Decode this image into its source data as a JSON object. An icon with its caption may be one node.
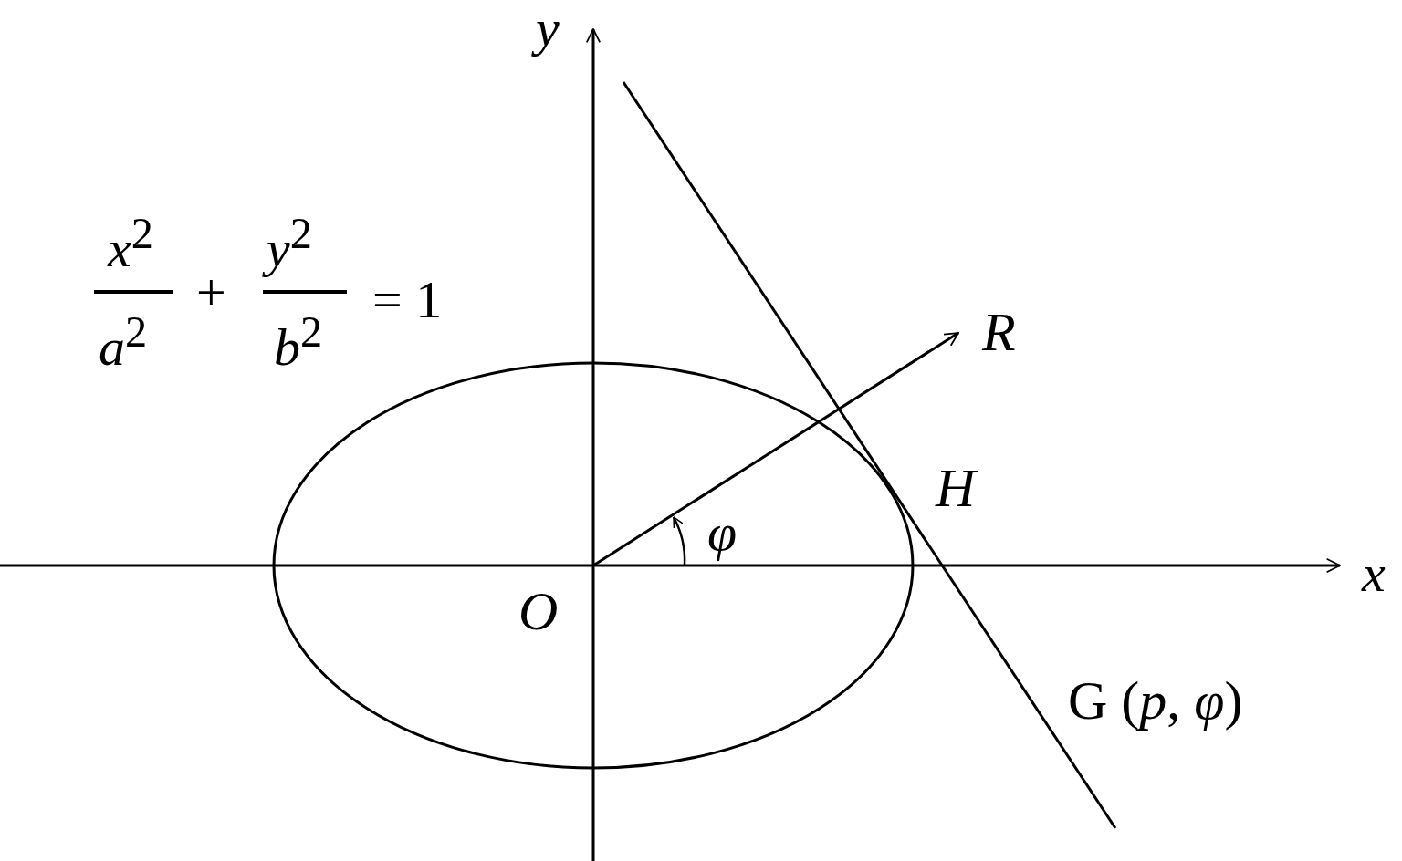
{
  "diagram": {
    "nodes": [
      {
        "text": [
          "O"
        ]
      },
      {
        "text": [
          "R"
        ]
      }
    ],
    "edges": [
      {
        "from": 0,
        "to": 1,
        "arrow": "to"
      }
    ],
    "labels": [
      "y",
      "*x*$^{2}$",
      "+",
      "*y*$^{2}$",
      "*a*$^{2}$",
      "*b*$^{2}$",
      "= 1",
      "H",
      "φ",
      "x",
      "G (*p*, *φ*)"
    ]
  }
}
